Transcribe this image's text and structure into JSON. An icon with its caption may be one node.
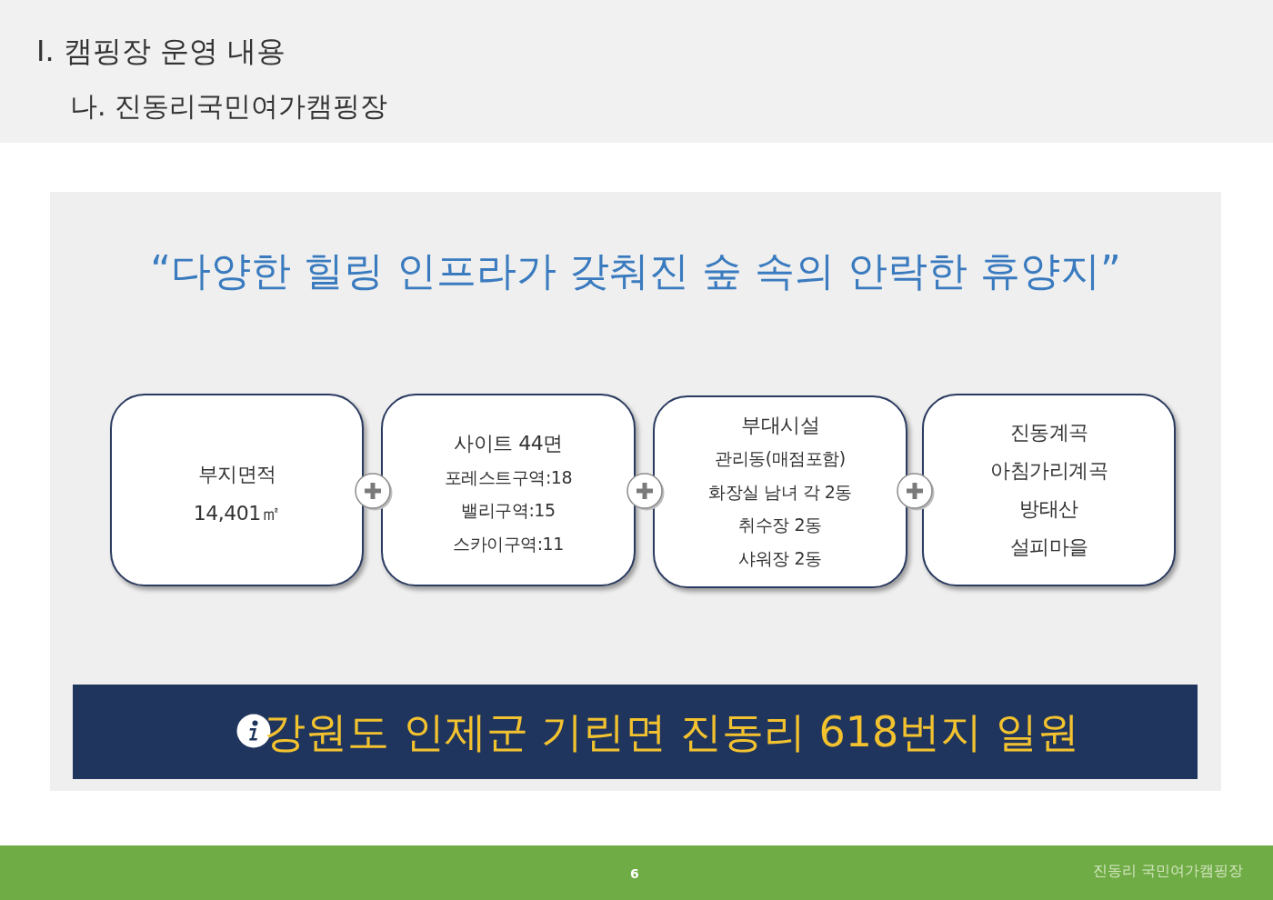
{
  "diagram": {
    "title": "Ⅰ. 캠핑장 운영 내용",
    "nodes": [
      {
        "text": [
          "부지면적",
          "14,401㎡"
        ]
      },
      {
        "text": [
          "사이트 44면",
          "포레스트구역:18",
          "밸리구역:15",
          "스카이구역:11"
        ]
      },
      {
        "text": [
          "부대시설",
          "관리동(매점포함)",
          "화장실 남녀 각 2동",
          "취수장 2동",
          "샤워장 2동"
        ]
      },
      {
        "text": [
          "진동계곡",
          "아침가리계곡",
          "방태산",
          "설피마을"
        ]
      },
      {
        "text": [
          "강원도 인제군 기린면 진동리 618번지 일원"
        ]
      }
    ],
    "labels": [
      "나. 진동리국민여가캠핑장",
      "“다양한 힐링 인프라가 갖춰진 숲 속의 안락한 휴양지”",
      "6",
      "진동리 국민여가캠핑장"
    ]
  }
}
